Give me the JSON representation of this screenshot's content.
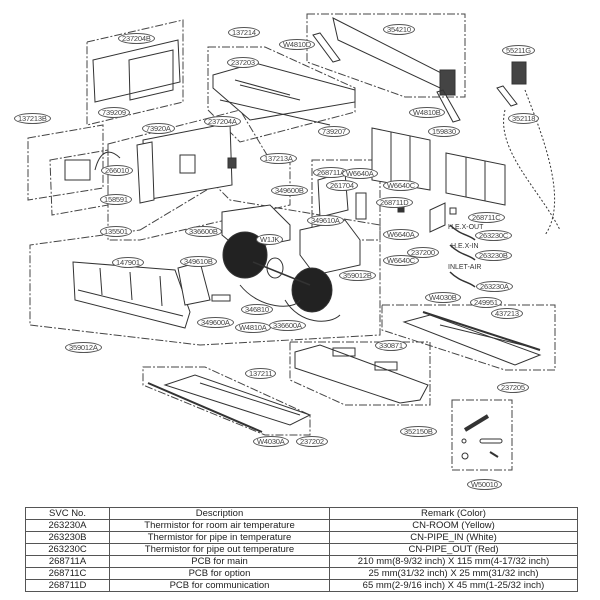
{
  "diagram": {
    "title": "Exploded view - indoor unit parts",
    "callouts": [
      {
        "id": "237204B"
      },
      {
        "id": "739209"
      },
      {
        "id": "137213B"
      },
      {
        "id": "137214"
      },
      {
        "id": "237203"
      },
      {
        "id": "W4810D"
      },
      {
        "id": "354210"
      },
      {
        "id": "55211G"
      },
      {
        "id": "352118"
      },
      {
        "id": "W4810B"
      },
      {
        "id": "739207"
      },
      {
        "id": "73920A"
      },
      {
        "id": "237204A"
      },
      {
        "id": "137213A"
      },
      {
        "id": "266010"
      },
      {
        "id": "158591"
      },
      {
        "id": "159830"
      },
      {
        "id": "268711A"
      },
      {
        "id": "W6640A"
      },
      {
        "id": "261704"
      },
      {
        "id": "W6640C"
      },
      {
        "id": "268711D"
      },
      {
        "id": "268711C"
      },
      {
        "id": "263230C"
      },
      {
        "id": "263230B"
      },
      {
        "id": "263230A"
      },
      {
        "id": "W6640A"
      },
      {
        "id": "W6640C"
      },
      {
        "id": "237200"
      },
      {
        "id": "349600B"
      },
      {
        "id": "349610A"
      },
      {
        "id": "135501"
      },
      {
        "id": "336600B"
      },
      {
        "id": "W1JK"
      },
      {
        "id": "147901"
      },
      {
        "id": "349610B"
      },
      {
        "id": "359012B"
      },
      {
        "id": "346810"
      },
      {
        "id": "349600A"
      },
      {
        "id": "W4810A"
      },
      {
        "id": "336600A"
      },
      {
        "id": "359012A"
      },
      {
        "id": "W4030B"
      },
      {
        "id": "249951"
      },
      {
        "id": "437213"
      },
      {
        "id": "330871"
      },
      {
        "id": "237205"
      },
      {
        "id": "137211"
      },
      {
        "id": "352150B"
      },
      {
        "id": "W4030A"
      },
      {
        "id": "237202"
      },
      {
        "id": "W50010"
      }
    ],
    "annotations": [
      "H.E.X-OUT",
      "H.E.X-IN",
      "INLET-AIR"
    ]
  },
  "table": {
    "headers": [
      "SVC No.",
      "Description",
      "Remark (Color)"
    ],
    "rows": [
      [
        "263230A",
        "Thermistor for room air temperature",
        "CN-ROOM (Yellow)"
      ],
      [
        "263230B",
        "Thermistor for pipe in temperature",
        "CN-PIPE_IN (White)"
      ],
      [
        "263230C",
        "Thermistor for pipe out temperature",
        "CN-PIPE_OUT (Red)"
      ],
      [
        "268711A",
        "PCB for main",
        "210 mm(8-9/32 inch) X 115 mm(4-17/32 inch)"
      ],
      [
        "268711C",
        "PCB for option",
        "25 mm(31/32 inch) X 25 mm(31/32 inch)"
      ],
      [
        "268711D",
        "PCB for communication",
        "65 mm(2-9/16 inch) X 45 mm(1-25/32 inch)"
      ]
    ]
  }
}
